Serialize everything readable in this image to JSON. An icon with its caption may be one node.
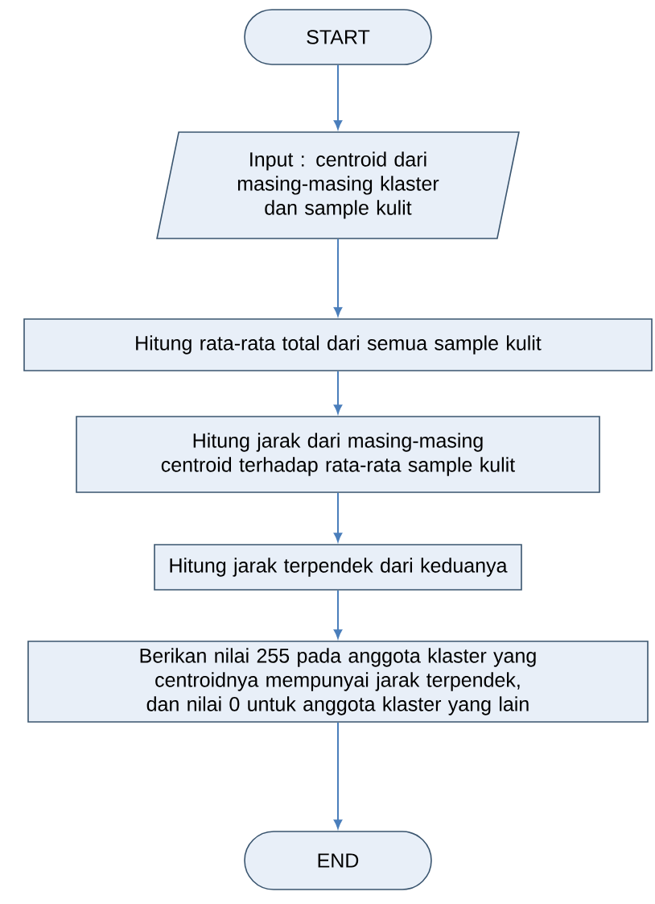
{
  "diagram": {
    "nodes": [
      {
        "text": [
          "START"
        ]
      },
      {
        "text": [
          "Input : centroid dari masing-masing klaster dan sample kulit"
        ]
      },
      {
        "text": [
          "Hitung rata-rata total dari semua sample kulit"
        ]
      },
      {
        "text": [
          "Hitung jarak dari masing-masing centroid terhadap rata-rata sample kulit"
        ]
      },
      {
        "text": [
          "Hitung jarak terpendek dari keduanya"
        ]
      },
      {
        "text": [
          "Berikan nilai 255 pada anggota klaster yang centroidnya mempunyai jarak terpendek, dan nilai 0 untuk anggota klaster yang lain"
        ]
      },
      {
        "text": [
          "END"
        ]
      }
    ],
    "edges": [
      {
        "from": 0,
        "to": 1,
        "arrow": "to"
      },
      {
        "from": 1,
        "to": 2,
        "arrow": "to"
      },
      {
        "from": 2,
        "to": 3,
        "arrow": "to"
      },
      {
        "from": 3,
        "to": 4,
        "arrow": "to"
      },
      {
        "from": 4,
        "to": 5,
        "arrow": "to"
      },
      {
        "from": 5,
        "to": 6,
        "arrow": "to"
      }
    ]
  }
}
